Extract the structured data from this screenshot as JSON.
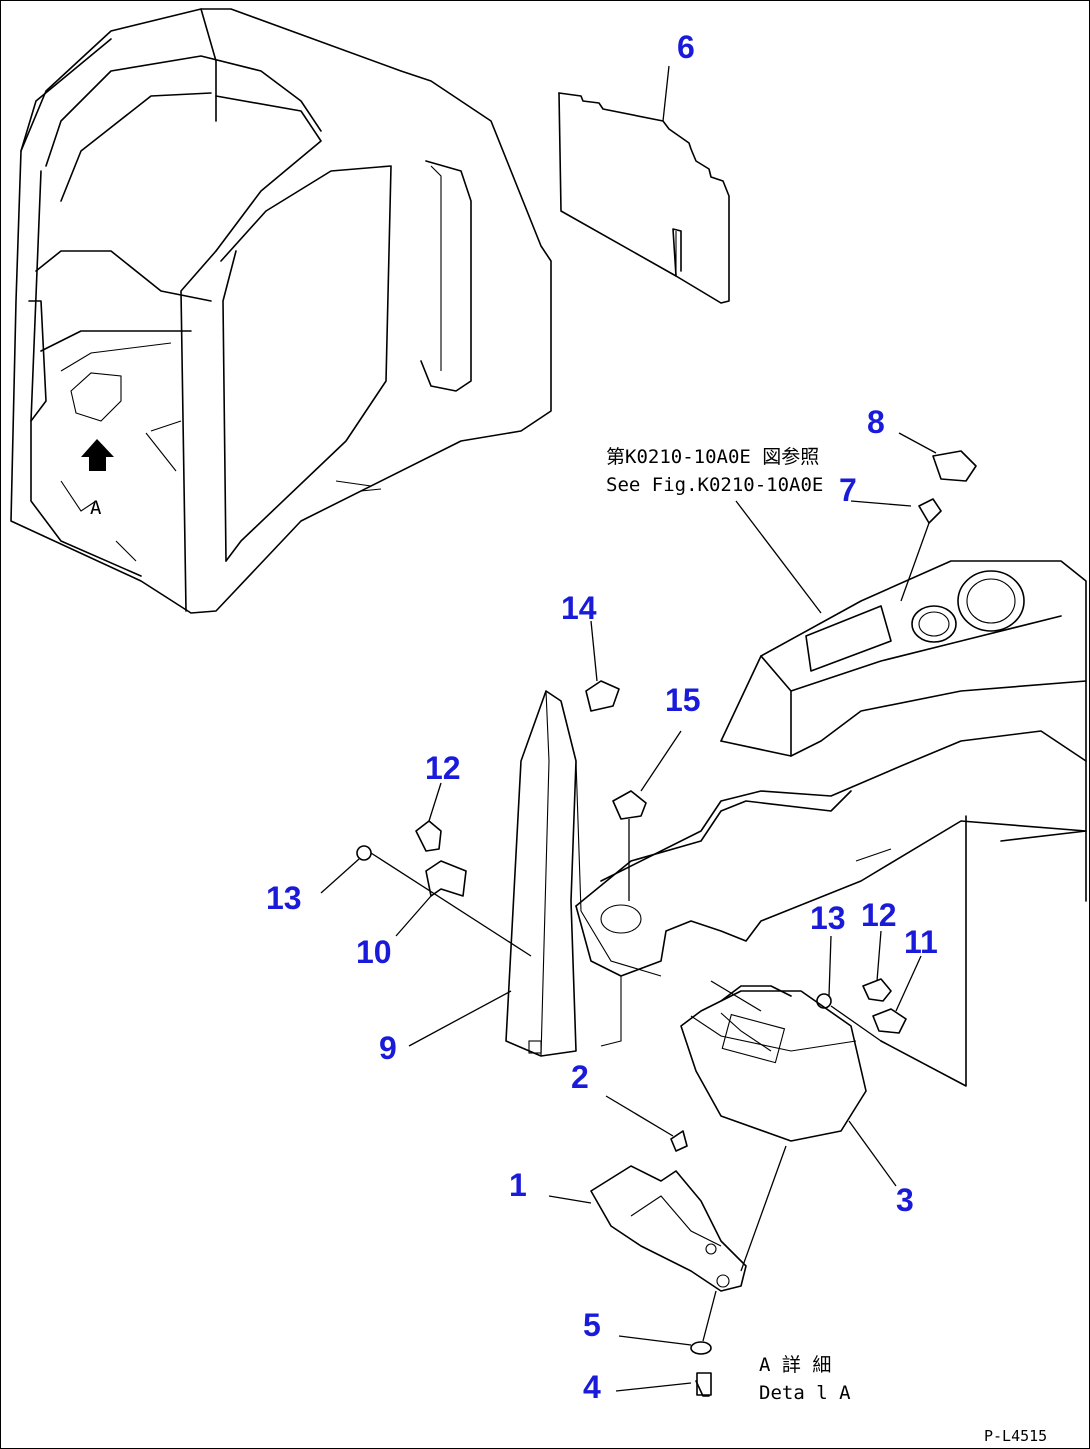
{
  "diagram": {
    "callout_color": "#1a1adb",
    "callouts": [
      "1",
      "2",
      "3",
      "4",
      "5",
      "6",
      "7",
      "8",
      "9",
      "10",
      "11",
      "12",
      "13",
      "14",
      "15",
      "12",
      "13"
    ],
    "annotations": {
      "ref_jp": "第K0210-10A0E 図参照",
      "ref_en": "See Fig.K0210-10A0E",
      "view_marker": "A",
      "detail_jp": "A 詳 細",
      "detail_en": "Deta l A",
      "drawing_code": "P-L4515"
    },
    "icons": [
      "arrow-up-icon"
    ]
  }
}
